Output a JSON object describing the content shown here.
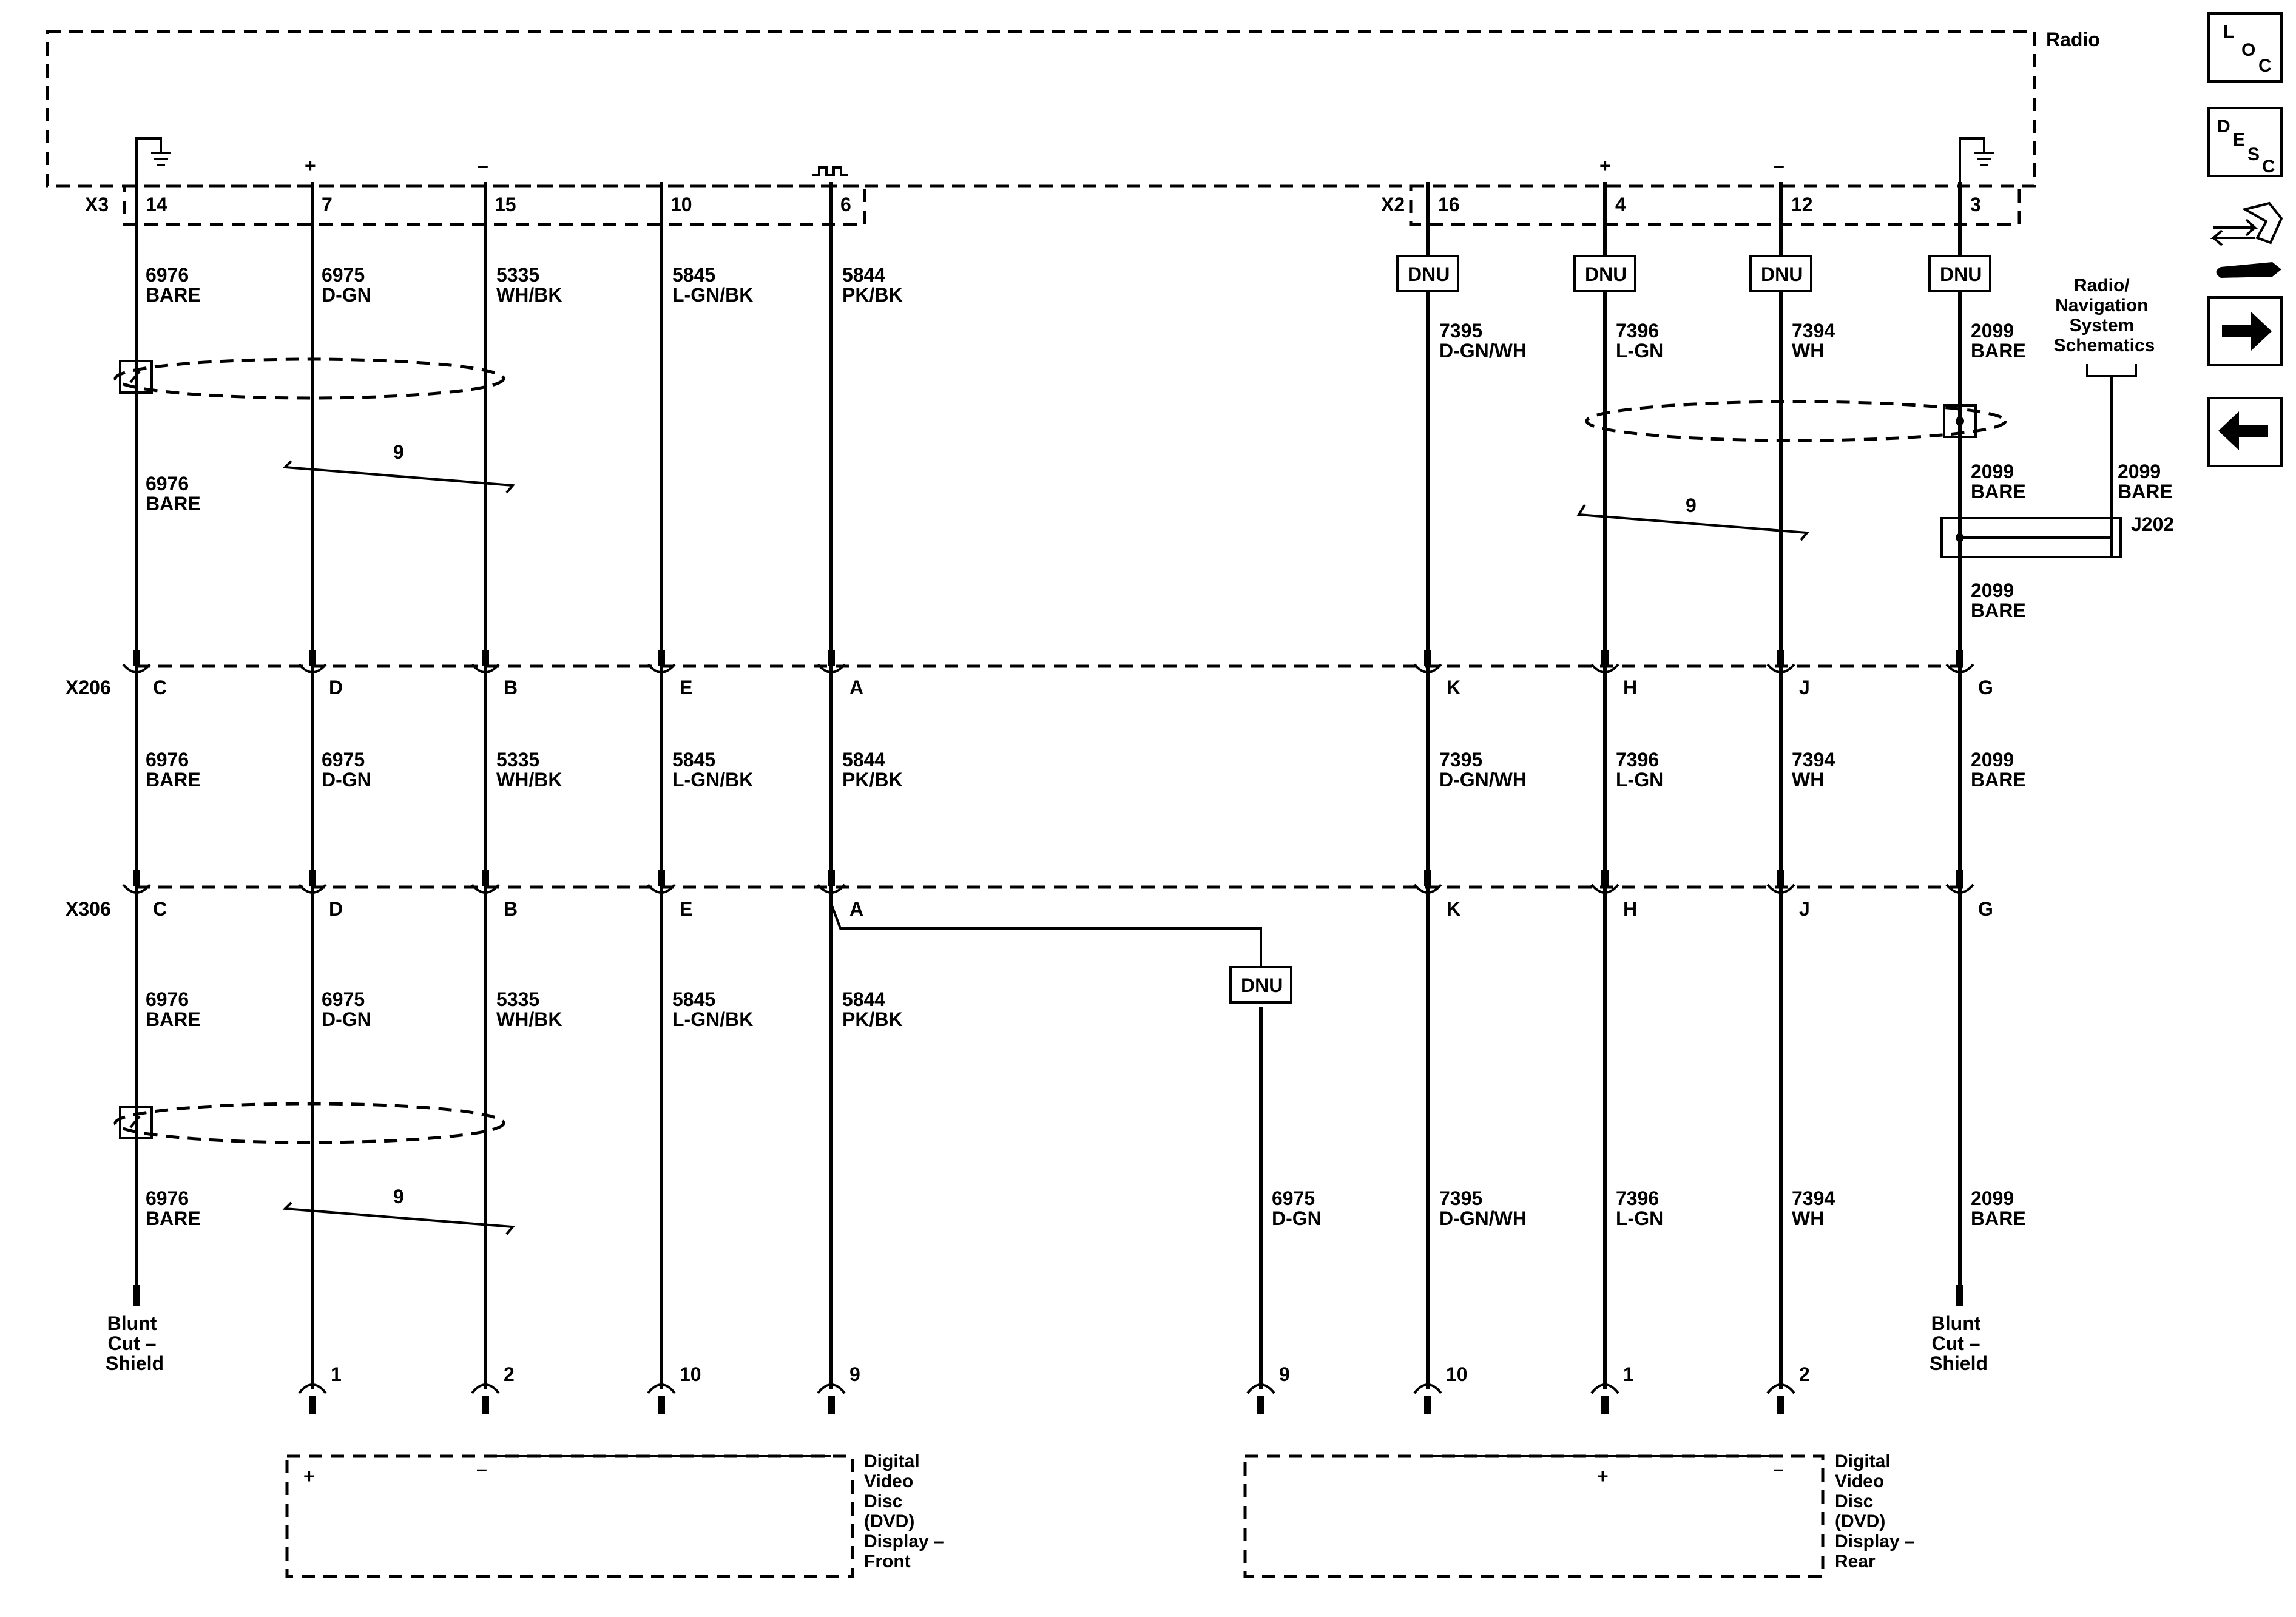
{
  "title": "Radio",
  "nav": {
    "loc": [
      "L",
      "O",
      "C"
    ],
    "desc": [
      "D",
      "E",
      "S",
      "C"
    ],
    "next_icon": "arrow-right-icon",
    "back_icon": "arrow-left-icon",
    "repair_icon": "repair-wrench-icon"
  },
  "connectors": {
    "x3": "X3",
    "x2": "X2",
    "x206": "X206",
    "x306": "X306",
    "j202": "J202"
  },
  "wires": [
    {
      "id": "w1",
      "pin_radio": "14",
      "circuit": "6976",
      "color": "BARE",
      "x206": "C",
      "x306": "C"
    },
    {
      "id": "w2",
      "pin_radio": "7",
      "circuit": "6975",
      "color": "D-GN",
      "x206": "D",
      "x306": "D",
      "pin_disp": "1"
    },
    {
      "id": "w3",
      "pin_radio": "15",
      "circuit": "5335",
      "color": "WH/BK",
      "x206": "B",
      "x306": "B",
      "pin_disp": "2"
    },
    {
      "id": "w4",
      "pin_radio": "10",
      "circuit": "5845",
      "color": "L-GN/BK",
      "x206": "E",
      "x306": "E",
      "pin_disp": "10"
    },
    {
      "id": "w5",
      "pin_radio": "6",
      "circuit": "5844",
      "color": "PK/BK",
      "x206": "A",
      "x306": "A",
      "pin_disp": "9"
    },
    {
      "id": "w6",
      "pin_radio": "16",
      "circuit": "7395",
      "color": "D-GN/WH",
      "x206": "K",
      "x306": "K",
      "pin_disp": "10"
    },
    {
      "id": "w7",
      "pin_radio": "4",
      "circuit": "7396",
      "color": "L-GN",
      "x206": "H",
      "x306": "H",
      "pin_disp": "1"
    },
    {
      "id": "w8",
      "pin_radio": "12",
      "circuit": "7394",
      "color": "WH",
      "x206": "J",
      "x306": "J",
      "pin_disp": "2"
    },
    {
      "id": "w9",
      "pin_radio": "3",
      "circuit": "2099",
      "color": "BARE",
      "x206": "G",
      "x306": "G"
    }
  ],
  "dnu": "DNU",
  "twist_count": "9",
  "rear_branch": {
    "circuit": "6975",
    "color": "D-GN",
    "pin_disp": "9"
  },
  "jump_ref": [
    "Radio/",
    "Navigation",
    "System",
    "Schematics"
  ],
  "shield_end": [
    "Blunt",
    "Cut –",
    "Shield"
  ],
  "polarity": {
    "plus": "+",
    "minus": "–"
  },
  "displays": {
    "front": [
      "Digital",
      "Video",
      "Disc",
      "(DVD)",
      "Display –",
      "Front"
    ],
    "rear": [
      "Digital",
      "Video",
      "Disc",
      "(DVD)",
      "Display –",
      "Rear"
    ]
  }
}
